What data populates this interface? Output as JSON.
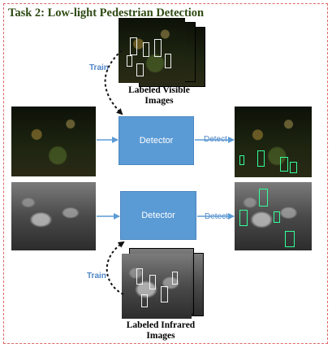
{
  "title": "Task 2: Low-light Pedestrian Detection",
  "detector_top_label": "Detector",
  "detector_bottom_label": "Detector",
  "detect_top_label": "Detect",
  "detect_bottom_label": "Detect",
  "train_top_label": "Train",
  "train_bottom_label": "Train",
  "visible_caption_line1": "Labeled Visible",
  "visible_caption_line2": "Images",
  "infrared_caption_line1": "Labeled Infrared",
  "infrared_caption_line2": "Images",
  "colors": {
    "title_green": "#2e4a12",
    "frame_red": "#e06666",
    "detector_blue": "#5b9bd5",
    "detector_border": "#4a86c0",
    "arrow_blue": "#5b9bd5",
    "train_blue": "#4f86c6",
    "detection_green": "#33ff99"
  }
}
